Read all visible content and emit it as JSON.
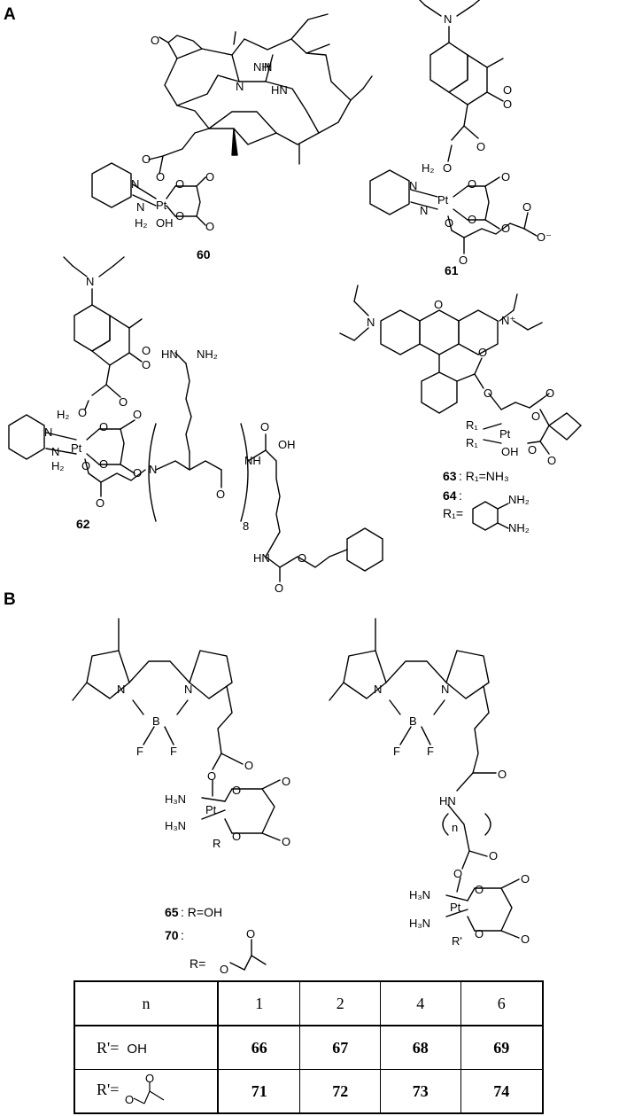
{
  "panels": {
    "a": "A",
    "b": "B"
  },
  "compounds": {
    "c60": "60",
    "c61": "61",
    "c62": "62",
    "c63": "63",
    "c63_text": ": R₁=NH₃",
    "c64": "64",
    "c64_text": ":",
    "r1_label": "R₁=",
    "c65": "65",
    "c65_text": ": R=OH",
    "c70": "70",
    "c70_text": ":",
    "r_label": "R="
  },
  "atoms": {
    "NH": "NH",
    "N": "N",
    "HN": "HN",
    "O": "O",
    "OH": "OH",
    "Pt": "Pt",
    "H2": "H₂",
    "N2H": "N",
    "NH2": "NH₂",
    "Ominus": "O⁻",
    "Nplus": "N⁺",
    "HNeq": "HN",
    "R1": "R₁",
    "B": "B",
    "F": "F",
    "H3N": "H₃N",
    "R": "R",
    "Rp": "R'",
    "n": "n",
    "sub8": "8"
  },
  "table": {
    "header": [
      "n",
      "1",
      "2",
      "4",
      "6"
    ],
    "rows": [
      {
        "label": "R'=",
        "sub": "OH",
        "values": [
          "66",
          "67",
          "68",
          "69"
        ]
      },
      {
        "label": "R'=",
        "sub": "",
        "values": [
          "71",
          "72",
          "73",
          "74"
        ]
      }
    ]
  }
}
